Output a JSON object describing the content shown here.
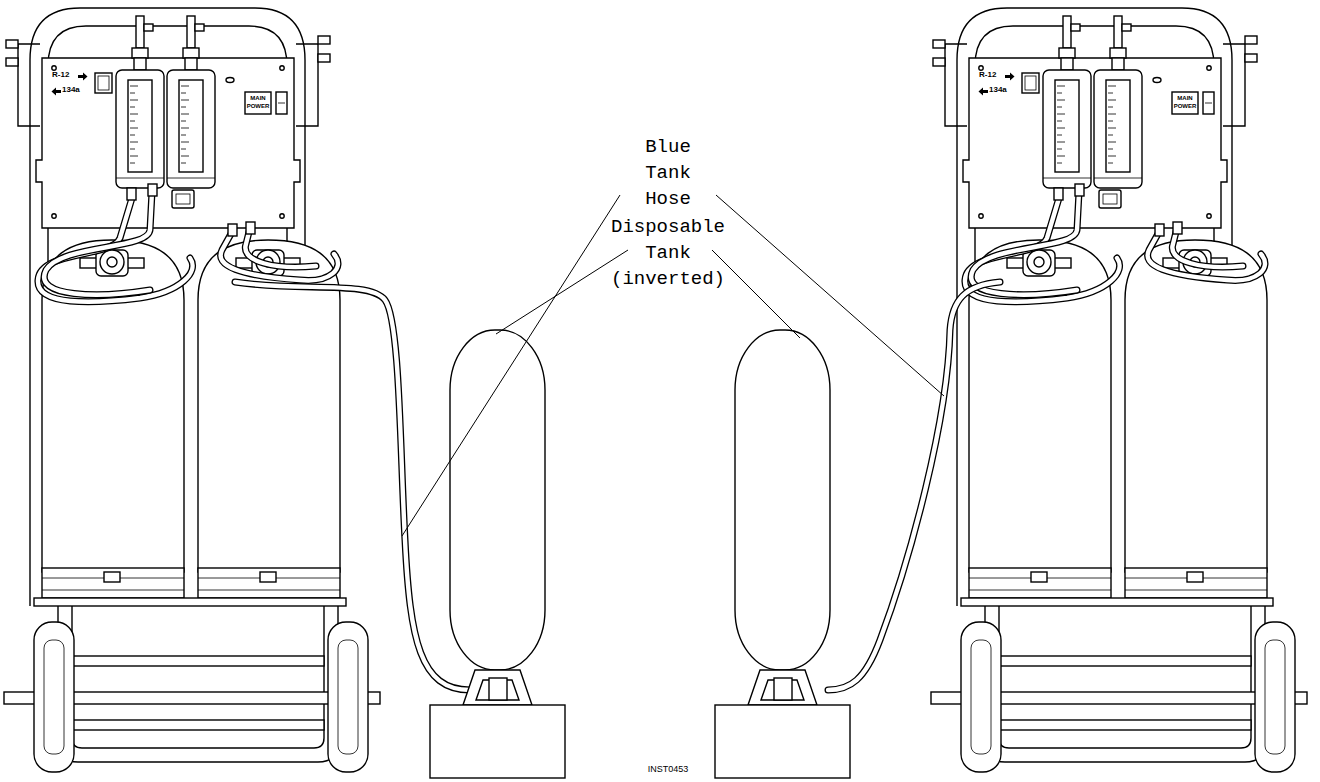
{
  "diagram": {
    "labels": [
      "R-12",
      "134a",
      "MAIN POWER",
      "Blue Tank Hose",
      "Disposable Tank (inverted)",
      "R-12",
      "134a",
      "MAIN POWER",
      "INST0453"
    ]
  }
}
